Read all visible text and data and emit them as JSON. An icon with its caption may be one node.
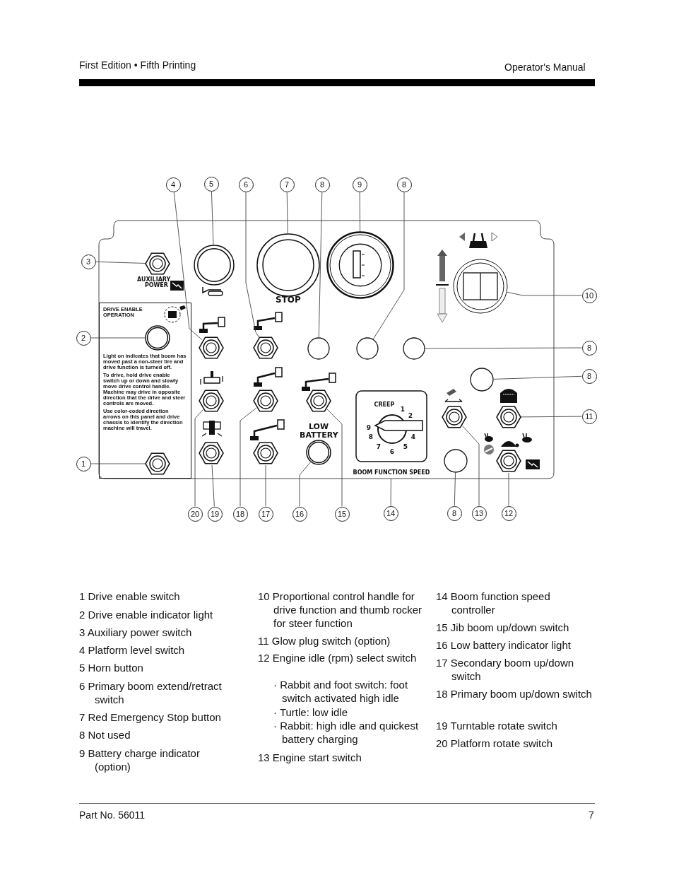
{
  "diagram": {
    "nodes": [
      {
        "text": [
          "4"
        ]
      },
      {
        "text": [
          "5"
        ]
      },
      {
        "text": [
          "6"
        ]
      },
      {
        "text": [
          "7"
        ]
      },
      {
        "text": [
          "8"
        ]
      },
      {
        "text": [
          "9"
        ]
      },
      {
        "text": [
          "8"
        ]
      },
      {
        "text": [
          "3"
        ]
      },
      {
        "text": [],
        "shape": "hexagon",
        "beside": [
          "AUXILIARY POWER"
        ]
      },
      {
        "text": [],
        "shape": "circle"
      },
      {
        "text": [],
        "shape": "circle",
        "beside": [
          "STOP"
        ]
      },
      {
        "text": [],
        "shape": "circle"
      },
      {
        "text": [],
        "shape": "circle"
      },
      {
        "text": [
          "10"
        ]
      },
      {
        "text": [
          "DRIVE ENABLE OPERATION",
          "Light on indicates that boom has moved past a non-steer tire and drive function is turned off.",
          "To drive, hold drive enable switch up or down and slowly move drive control handle. Machine may drive in opposite direction that the drive and steer controls are moved.",
          "Use color-coded direction arrows on this panel and drive chassis to identify the direction machine will travel."
        ]
      },
      {
        "text": [
          "2"
        ]
      },
      {
        "text": [],
        "shape": "circle",
        "in": 14
      },
      {
        "text": [],
        "shape": "hexagon"
      },
      {
        "text": [],
        "shape": "hexagon"
      },
      {
        "text": [],
        "shape": "circle"
      },
      {
        "text": [],
        "shape": "circle"
      },
      {
        "text": [],
        "shape": "circle"
      },
      {
        "text": [
          "8"
        ]
      },
      {
        "text": [],
        "shape": "circle"
      },
      {
        "text": [
          "8"
        ]
      },
      {
        "text": [],
        "shape": "hexagon"
      },
      {
        "text": [],
        "shape": "hexagon"
      },
      {
        "text": [],
        "shape": "hexagon"
      },
      {
        "text": [
          "CREEP",
          "1",
          "2",
          "4",
          "5",
          "6",
          "7",
          "8",
          "9"
        ],
        "beside": [
          "BOOM FUNCTION SPEED"
        ]
      },
      {
        "text": [],
        "shape": "hexagon"
      },
      {
        "text": [],
        "shape": "hexagon"
      },
      {
        "text": [
          "11"
        ]
      },
      {
        "text": [
          "1"
        ]
      },
      {
        "text": [],
        "shape": "hexagon",
        "in": 14
      },
      {
        "text": [],
        "shape": "hexagon"
      },
      {
        "text": [],
        "shape": "hexagon"
      },
      {
        "text": [],
        "shape": "circle",
        "beside": [
          "LOW BATTERY"
        ]
      },
      {
        "text": [],
        "shape": "circle"
      },
      {
        "text": [],
        "shape": "hexagon"
      },
      {
        "text": [
          "20"
        ]
      },
      {
        "text": [
          "19"
        ]
      },
      {
        "text": [
          "18"
        ]
      },
      {
        "text": [
          "17"
        ]
      },
      {
        "text": [
          "16"
        ]
      },
      {
        "text": [
          "15"
        ]
      },
      {
        "text": [
          "14"
        ]
      },
      {
        "text": [
          "8"
        ]
      },
      {
        "text": [
          "13"
        ]
      },
      {
        "text": [
          "12"
        ]
      }
    ],
    "edges": [
      {
        "from": 0,
        "to": 17,
        "arrow": "none"
      },
      {
        "from": 1,
        "to": 9,
        "arrow": "none"
      },
      {
        "from": 2,
        "to": 18,
        "arrow": "none"
      },
      {
        "from": 3,
        "to": 10,
        "arrow": "none"
      },
      {
        "from": 4,
        "to": 19,
        "arrow": "none"
      },
      {
        "from": 5,
        "to": 11,
        "arrow": "none"
      },
      {
        "from": 6,
        "to": 20,
        "arrow": "none"
      },
      {
        "from": 7,
        "to": 8,
        "arrow": "none"
      },
      {
        "from": 13,
        "to": 12,
        "arrow": "none"
      },
      {
        "from": 15,
        "to": 16,
        "arrow": "none"
      },
      {
        "from": 22,
        "to": 21,
        "arrow": "none"
      },
      {
        "from": 24,
        "to": 23,
        "arrow": "none"
      },
      {
        "from": 31,
        "to": 30,
        "arrow": "none"
      },
      {
        "from": 32,
        "to": 33,
        "arrow": "none"
      },
      {
        "from": 39,
        "to": 25,
        "arrow": "none"
      },
      {
        "from": 40,
        "to": 34,
        "arrow": "none"
      },
      {
        "from": 41,
        "to": 26,
        "arrow": "none"
      },
      {
        "from": 42,
        "to": 35,
        "arrow": "none"
      },
      {
        "from": 43,
        "to": 36,
        "arrow": "none"
      },
      {
        "from": 44,
        "to": 27,
        "arrow": "none"
      },
      {
        "from": 45,
        "to": 28,
        "arrow": "none"
      },
      {
        "from": 46,
        "to": 37,
        "arrow": "none"
      },
      {
        "from": 47,
        "to": 29,
        "arrow": "none"
      },
      {
        "from": 48,
        "to": 38,
        "arrow": "none"
      }
    ],
    "labels": [
      "First Edition • Fifth Printing",
      "Operator's Manual",
      "1 Drive enable switch",
      "2 Drive enable indicator light",
      "3 Auxiliary power switch",
      "4 Platform level switch",
      "5 Horn button",
      "6 Primary boom extend/retract switch",
      "7 Red Emergency Stop button",
      "8 Not used",
      "9 Battery charge indicator (option)",
      "10 Proportional control handle for drive function and thumb rocker for steer function",
      "11 Glow plug switch (option)",
      "12 Engine idle (rpm) select switch",
      "· Rabbit and foot switch: foot switch activated high idle",
      "· Turtle: low idle",
      "· Rabbit: high idle and quickest battery charging",
      "13 Engine start switch",
      "14 Boom function speed controller",
      "15 Jib boom up/down switch",
      "16 Low battery indicator light",
      "17 Secondary boom up/down switch",
      "18 Primary boom up/down switch",
      "19 Turntable rotate switch",
      "20 Platform rotate switch",
      "Part No. 56011",
      "7"
    ]
  }
}
